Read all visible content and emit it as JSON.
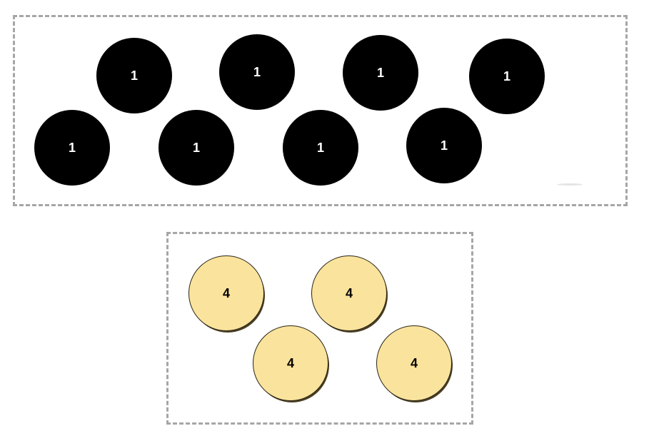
{
  "top_group": {
    "discs": [
      {
        "label": "1"
      },
      {
        "label": "1"
      },
      {
        "label": "1"
      },
      {
        "label": "1"
      },
      {
        "label": "1"
      },
      {
        "label": "1"
      },
      {
        "label": "1"
      },
      {
        "label": "1"
      }
    ],
    "disc_color": "#000000",
    "text_color": "#ffffff"
  },
  "bottom_group": {
    "discs": [
      {
        "label": "4"
      },
      {
        "label": "4"
      },
      {
        "label": "4"
      },
      {
        "label": "4"
      }
    ],
    "disc_color": "#fae39c",
    "text_color": "#000000"
  },
  "colors": {
    "border": "#a6a6a6",
    "background": "#ffffff"
  }
}
